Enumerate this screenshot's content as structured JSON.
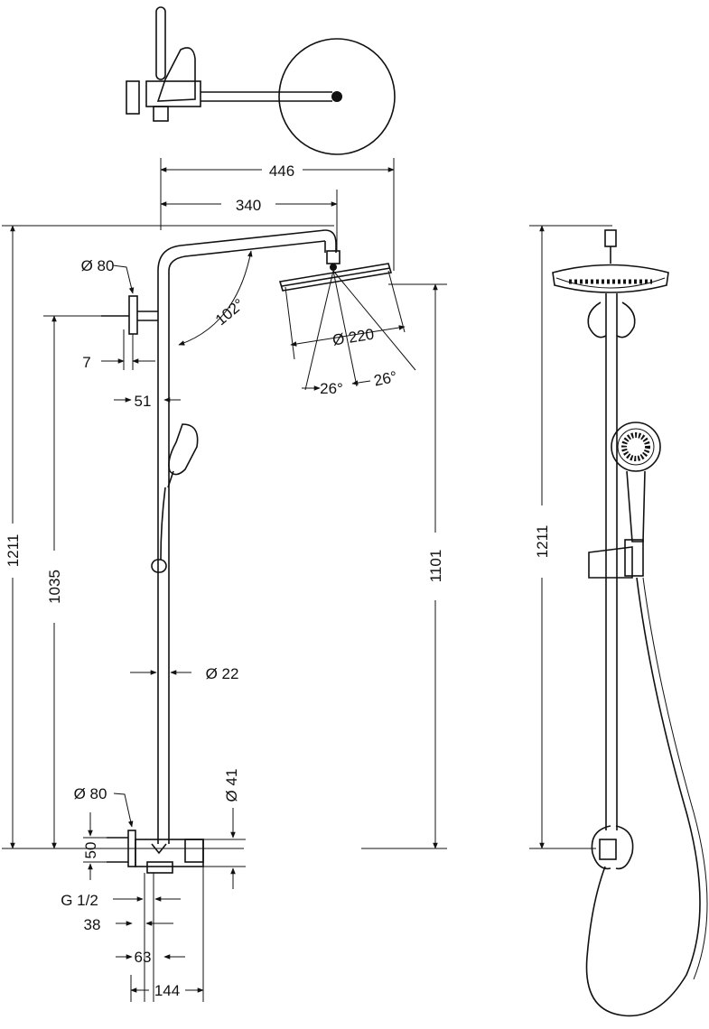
{
  "dimensions": {
    "w446": "446",
    "w340": "340",
    "d80_top": "Ø 80",
    "angle102": "102°",
    "d220": "Ø 220",
    "angle26a": "26°",
    "angle26b": "26°",
    "w7": "7",
    "w51": "51",
    "h1211_left": "1211",
    "h1035": "1035",
    "h1101": "1101",
    "d22": "Ø 22",
    "d41": "Ø 41",
    "d80_bottom": "Ø 80",
    "h50": "50",
    "g12": "G 1/2",
    "w38": "38",
    "w63": "63",
    "w144": "144",
    "h1211_right": "1211"
  }
}
